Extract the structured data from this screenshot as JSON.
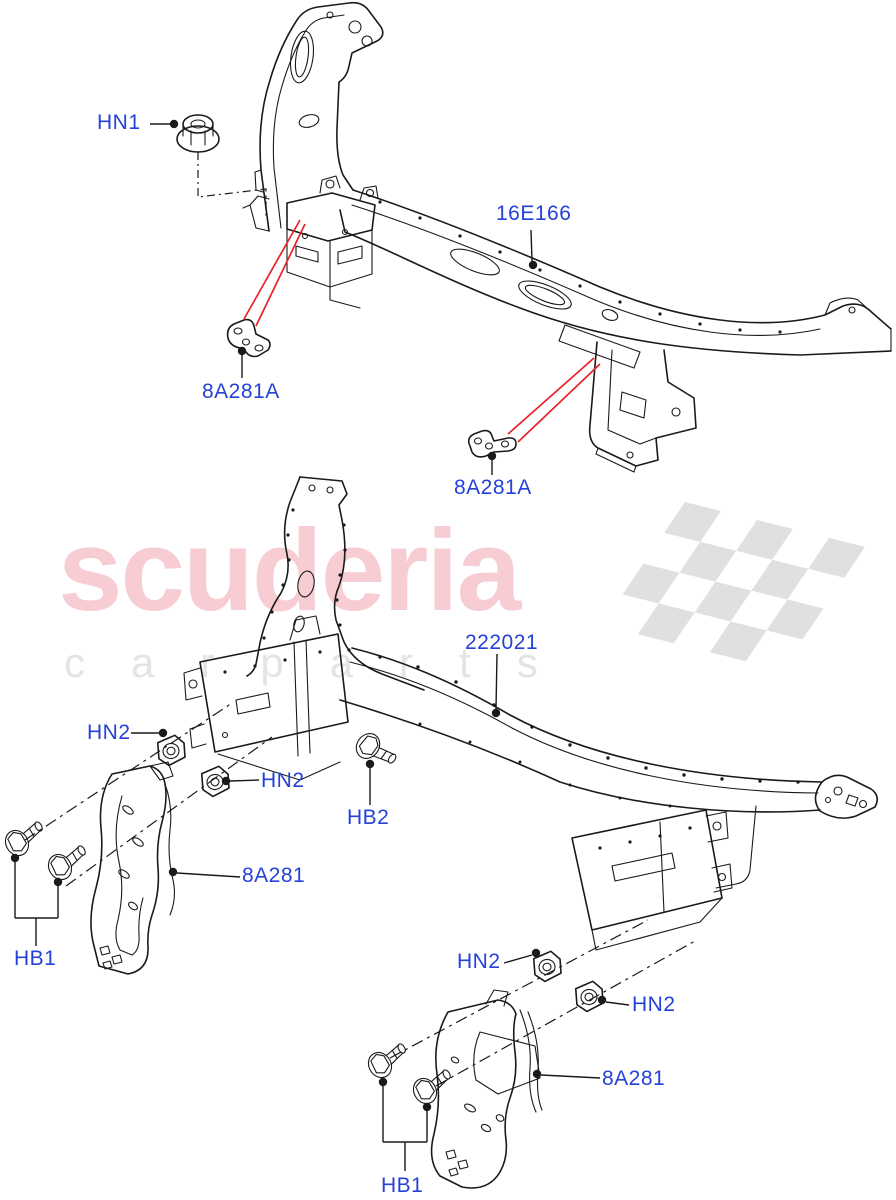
{
  "watermark": {
    "brand": "scuderia",
    "letters": "carparts"
  },
  "colors": {
    "label_blue": "#2441d8",
    "line_black": "#1a1a1a",
    "leader_red": "#e92128",
    "watermark_pink": "#f7cdd3",
    "watermark_gray": "#e4e4e4",
    "flag_gray": "#dadadc",
    "background": "#ffffff"
  },
  "labels": [
    {
      "id": "hn1",
      "text": "HN1"
    },
    {
      "id": "16e166",
      "text": "16E166"
    },
    {
      "id": "8a281a-upper",
      "text": "8A281A"
    },
    {
      "id": "8a281a-lower",
      "text": "8A281A"
    },
    {
      "id": "222021",
      "text": "222021"
    },
    {
      "id": "hn2-left-1",
      "text": "HN2"
    },
    {
      "id": "hn2-left-2",
      "text": "HN2"
    },
    {
      "id": "hb2",
      "text": "HB2"
    },
    {
      "id": "8a281-left",
      "text": "8A281"
    },
    {
      "id": "hb1-left",
      "text": "HB1"
    },
    {
      "id": "hn2-right-1",
      "text": "HN2"
    },
    {
      "id": "hn2-right-2",
      "text": "HN2"
    },
    {
      "id": "8a281-right",
      "text": "8A281"
    },
    {
      "id": "hb1-right",
      "text": "HB1"
    }
  ]
}
